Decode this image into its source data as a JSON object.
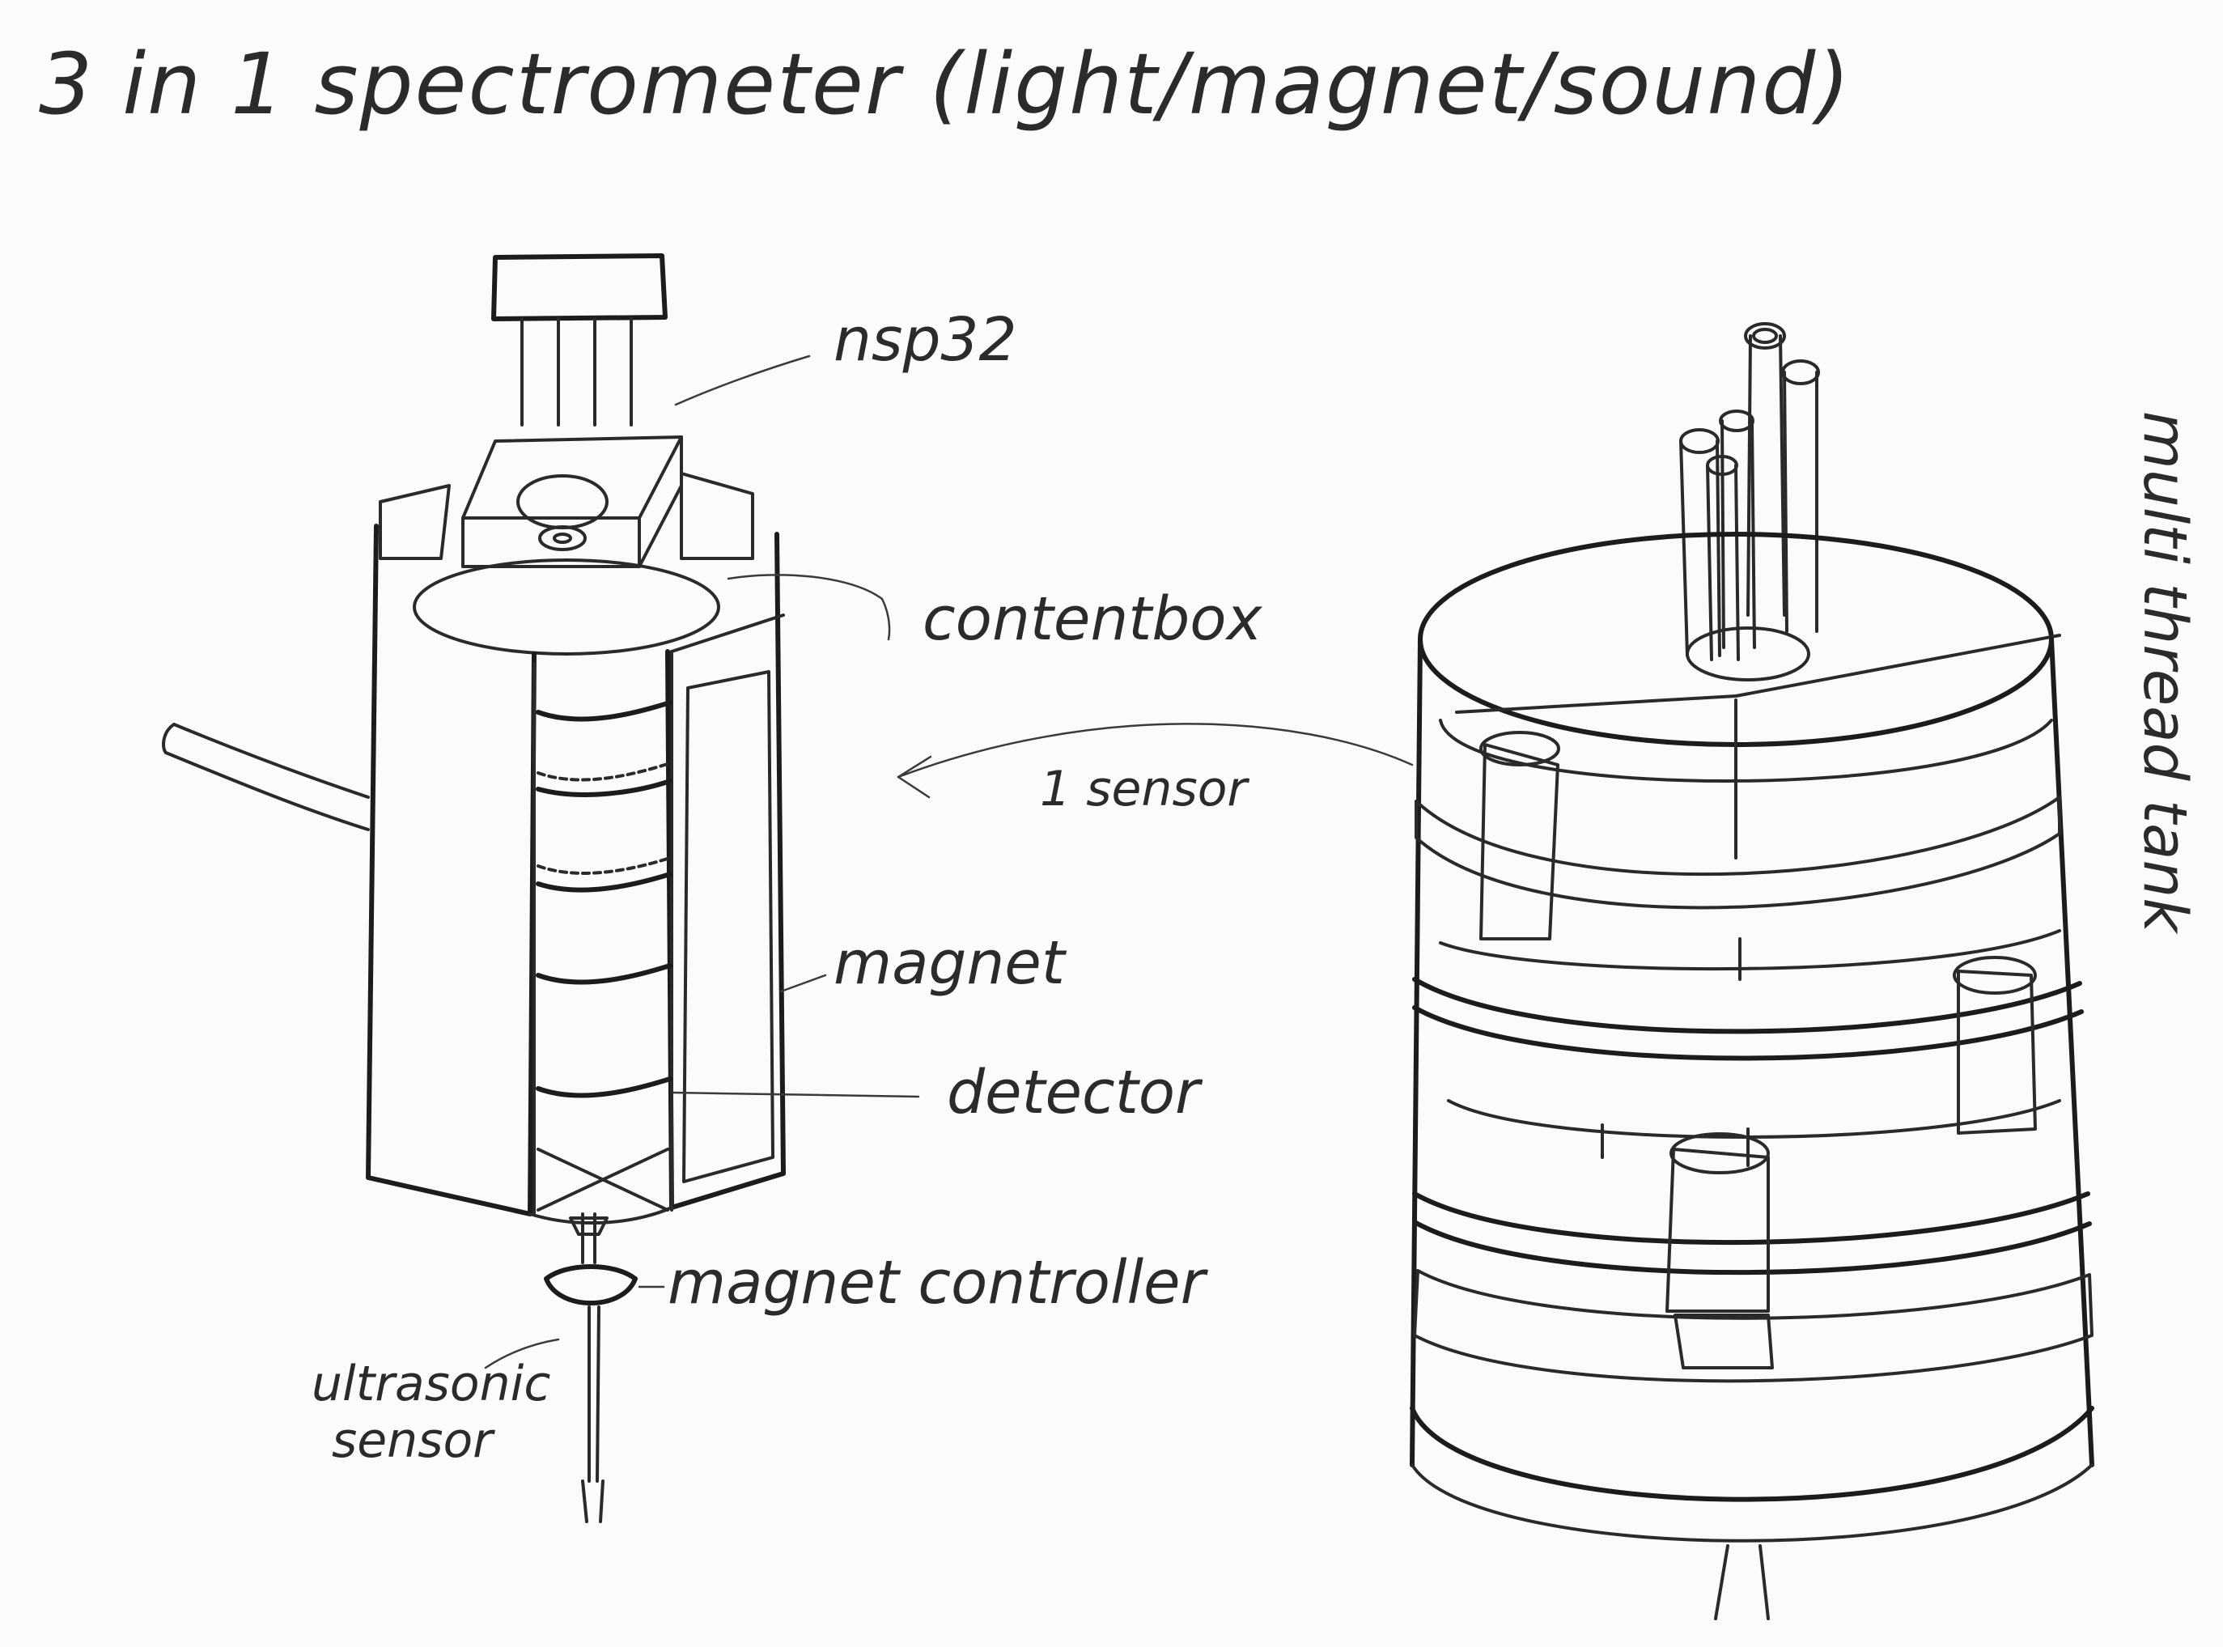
{
  "title": "3 in 1 spectrometer (light/magnet/sound)",
  "labels": {
    "nsp32": "nsp32",
    "contentbox": "contentbox",
    "magnet": "magnet",
    "detector": "detector",
    "magnet_controller": "magnet controller",
    "ultrasonic_line1": "ultrasonic",
    "ultrasonic_line2": "sensor",
    "one_sensor": "1 sensor",
    "multi_thread_tank": "multi thread tank"
  },
  "colors": {
    "paper": "#fbfbf9",
    "pencil": "#2a2a2a",
    "shade_dark": "#555555",
    "shade_mid": "#8a8a8a"
  }
}
